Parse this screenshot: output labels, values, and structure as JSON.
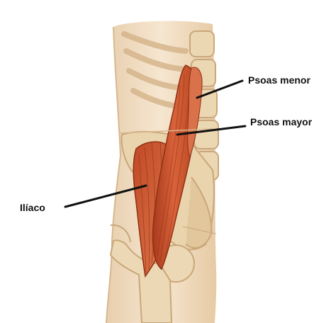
{
  "figure": {
    "labels": {
      "psoas_menor": "Psoas menor",
      "psoas_mayor": "Psoas mayor",
      "iliaco": "Ilíaco"
    },
    "colors": {
      "muscle": "#c8502e",
      "muscle_dark": "#9e3a1c",
      "skin": "#f1dcc2",
      "bone": "#ead4ae",
      "bone_shadow": "#c9a77a",
      "leader_line": "#111111"
    }
  }
}
